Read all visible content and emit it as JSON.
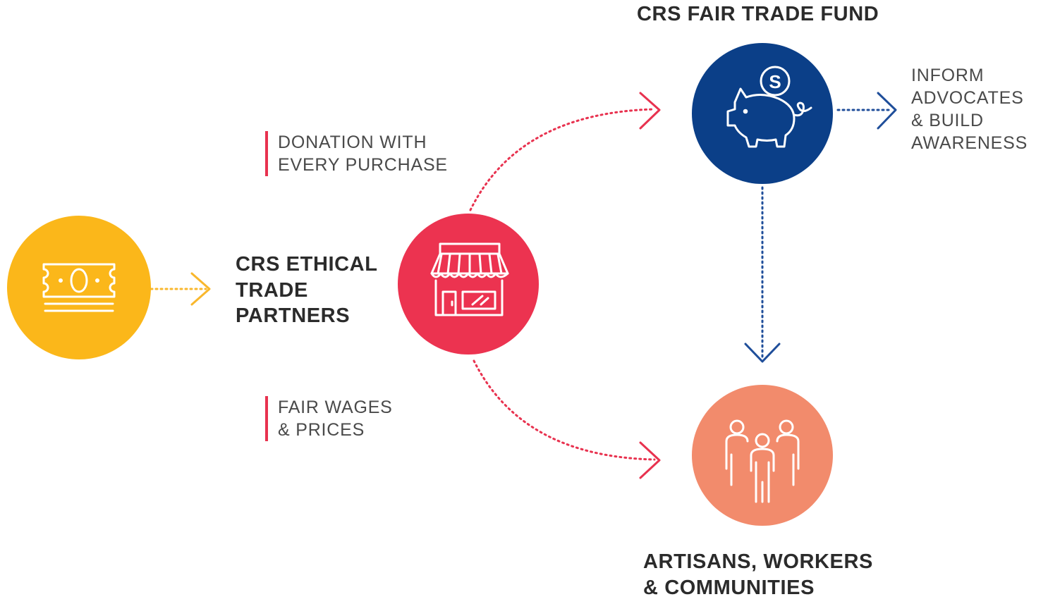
{
  "colors": {
    "buyer": "#fbb71a",
    "partners": "#ec3350",
    "fund": "#0b3f88",
    "communities": "#f28b6c",
    "text": "#2b2b2b",
    "pink_accent": "#e8324f",
    "yellow_accent": "#f9b72c",
    "blue_accent": "#1f4e9a"
  },
  "nodes": {
    "buyer": {
      "icon": "money-icon"
    },
    "partners": {
      "icon": "storefront-icon",
      "label_lines": [
        "CRS ETHICAL",
        "TRADE",
        "PARTNERS"
      ]
    },
    "fund": {
      "icon": "piggy-bank-icon",
      "coin_symbol": "S",
      "label": "CRS FAIR TRADE FUND"
    },
    "communities": {
      "icon": "people-group-icon",
      "label_lines": [
        "ARTISANS, WORKERS",
        "& COMMUNITIES"
      ]
    }
  },
  "edges": {
    "donation": {
      "label_lines": [
        "DONATION WITH",
        "EVERY PURCHASE"
      ]
    },
    "wages": {
      "label_lines": [
        "FAIR WAGES",
        "& PRICES"
      ]
    },
    "inform": {
      "label_lines": [
        "INFORM",
        "ADVOCATES",
        "& BUILD",
        "AWARENESS"
      ]
    }
  }
}
